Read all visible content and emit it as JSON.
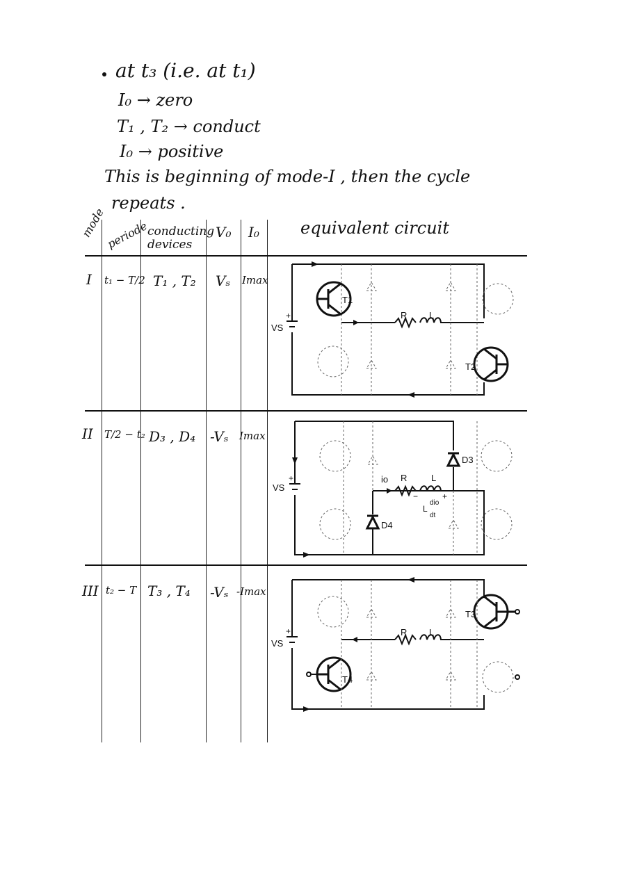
{
  "notes": {
    "line1": "at   t₃ (i.e. at t₁)",
    "line2": "I₀ → zero",
    "line3": "T₁ , T₂ → conduct",
    "line4": "I₀ → positive",
    "line5": "This  is  beginning  of  mode-I , then the  cycle",
    "line6": "repeats ."
  },
  "table": {
    "headers": {
      "mode": "mode",
      "period": "periode",
      "devices": "conducting devices",
      "vo": "V₀",
      "io": "I₀",
      "circuit": "equivalent  circuit"
    },
    "rows": [
      {
        "mode": "I",
        "period": "t₁ − T/2",
        "devices": "T₁ , T₂",
        "vo": "Vₛ",
        "io": "Imax"
      },
      {
        "mode": "II",
        "period": "T/2 − t₂",
        "devices": "D₃ , D₄",
        "vo": "-Vₛ",
        "io": "Imax"
      },
      {
        "mode": "III",
        "period": "t₂ − T",
        "devices": "T₃ , T₄",
        "vo": "-Vₛ",
        "io": "-Imax"
      }
    ]
  },
  "circuit_labels": {
    "vs": "VS",
    "r": "R",
    "l": "L",
    "io": "io",
    "ldidt_num": "dio",
    "ldidt_den": "dt",
    "ldidt_l": "L",
    "t1": "T1",
    "t2": "T2",
    "t3": "T3",
    "t4": "T4",
    "d3": "D3",
    "d4": "D4",
    "plus": "+",
    "minus": "−"
  }
}
